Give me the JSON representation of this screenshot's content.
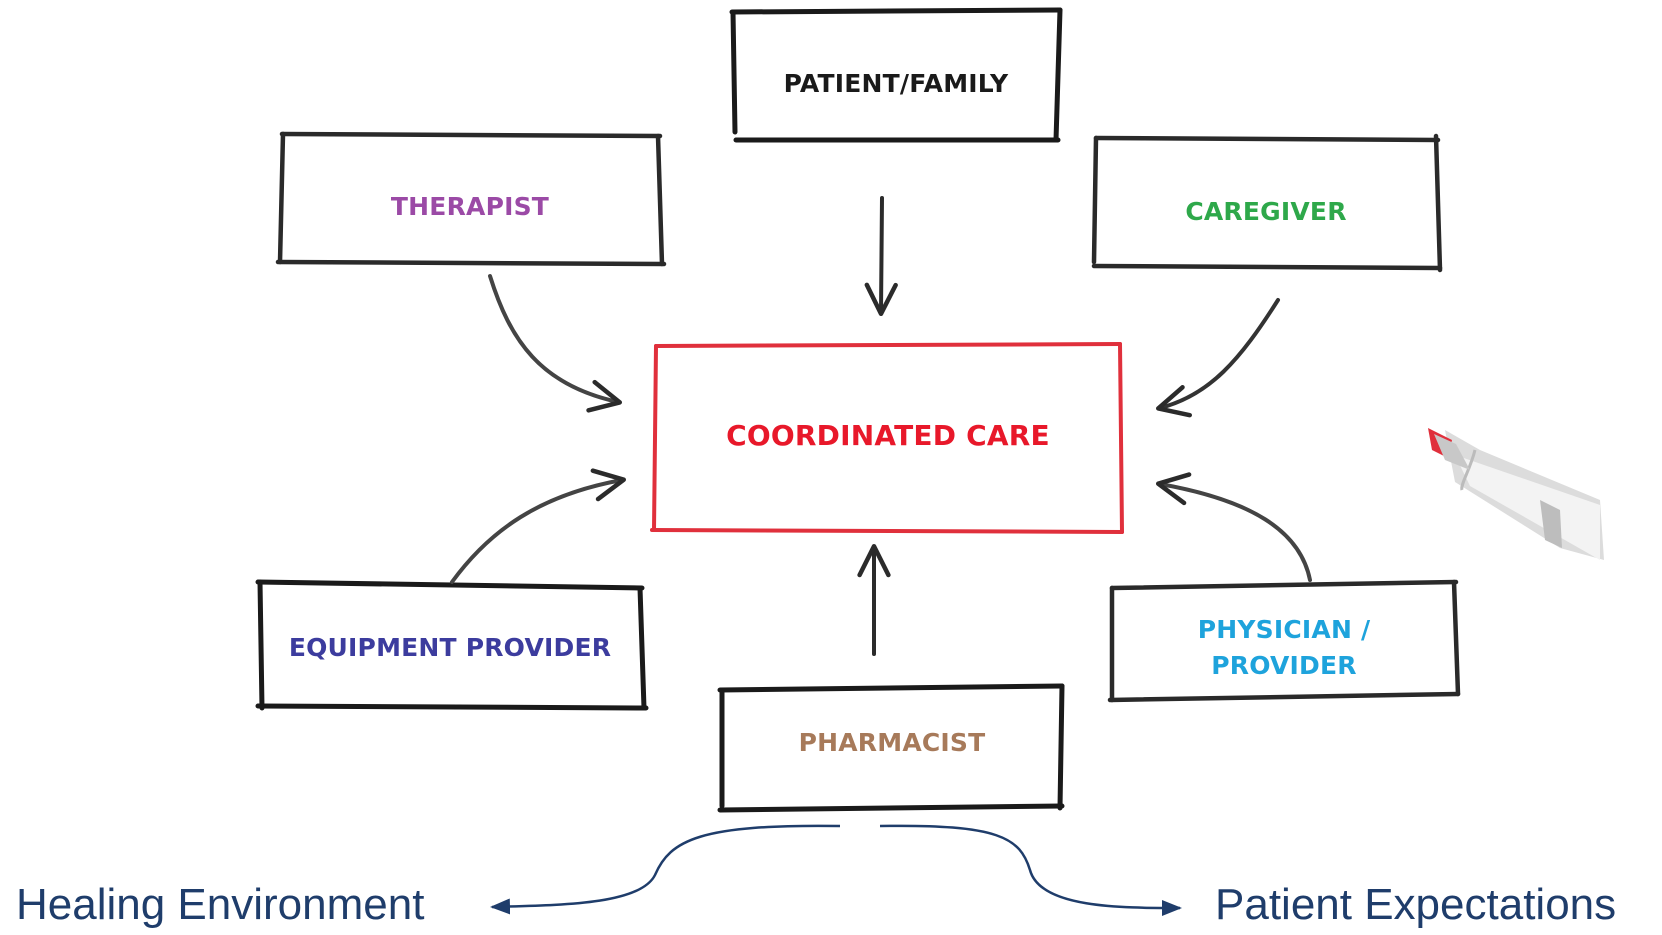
{
  "diagram": {
    "center": {
      "label": "COORDINATED CARE",
      "color": "#e8182a",
      "border_color": "#e0303c"
    },
    "nodes": [
      {
        "id": "patient-family",
        "label": "PATIENT/FAMILY",
        "color": "#1a1a1a"
      },
      {
        "id": "therapist",
        "label": "THERAPIST",
        "color": "#9b4aa6"
      },
      {
        "id": "caregiver",
        "label": "CAREGIVER",
        "color": "#2ea84a"
      },
      {
        "id": "equipment-provider",
        "label": "EQUIPMENT PROVIDER",
        "color": "#3c3c9e"
      },
      {
        "id": "physician-provider",
        "label": "PHYSICIAN / PROVIDER",
        "line1": "PHYSICIAN /",
        "line2": "PROVIDER",
        "color": "#1ea3dc"
      },
      {
        "id": "pharmacist",
        "label": "PHARMACIST",
        "color": "#a77a5a"
      }
    ],
    "outcomes": {
      "left": "Healing Environment",
      "right": "Patient Expectations",
      "color": "#1f3d6b"
    },
    "stroke_color": "#2b2b2b"
  }
}
